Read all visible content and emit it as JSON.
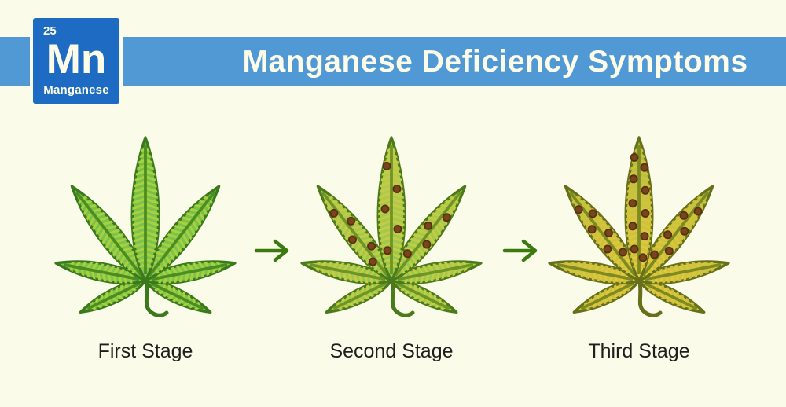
{
  "page": {
    "background": "#fafbe9"
  },
  "banner": {
    "title": "Manganese Deficiency Symptoms",
    "color": "#5199d4",
    "text_color": "#fcfce9"
  },
  "element_tile": {
    "atomic_number": "25",
    "symbol": "Mn",
    "name": "Manganese",
    "background": "#1d6bc2",
    "text_color": "#fcfce9"
  },
  "arrow": {
    "color": "#3c7a10"
  },
  "label_color": "#1e1e1c",
  "spot": {
    "fill": "#7a451c",
    "stroke": "#58320f"
  },
  "stages": [
    {
      "label": "First Stage",
      "spot_count": 0,
      "leaf": {
        "fill_base": "#83c551",
        "fill_mid": "#7cc24d",
        "fill_tip": "#72bd47",
        "vein": "#a8d13e",
        "midrib": "#4c8d1f",
        "outline": "#3a7a1c"
      }
    },
    {
      "label": "Second Stage",
      "spot_count": 14,
      "leaf": {
        "fill_base": "#8ec94f",
        "fill_mid": "#aac84d",
        "fill_tip": "#c6cc50",
        "vein": "#c3cd44",
        "midrib": "#6f9426",
        "outline": "#4b7a1b"
      }
    },
    {
      "label": "Third Stage",
      "spot_count": 22,
      "leaf": {
        "fill_base": "#e8ca3c",
        "fill_mid": "#d2c63f",
        "fill_tip": "#95bd47",
        "vein": "#cfc13b",
        "midrib": "#7c8a21",
        "outline": "#66701a"
      }
    }
  ]
}
